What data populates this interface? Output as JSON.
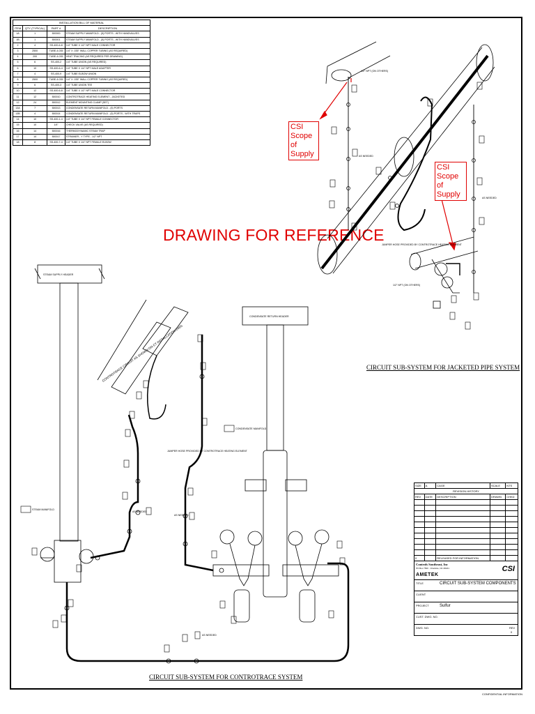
{
  "bom": {
    "title": "INSTALLATION BILL OF MATERIAL",
    "headers": [
      "ITEM",
      "QTY (TYPICAL)",
      "PART #",
      "DESCRIPTION"
    ],
    "rows": [
      [
        "1A",
        "1",
        "500000",
        "STEAM SUPPLY MANIFOLD - (5) PORTS - WITH HANDVALVES"
      ],
      [
        "1B",
        "1",
        "500001",
        "STEAM SUPPLY MANIFOLD - (5) PORTS - WITH HANDVALVES"
      ],
      [
        "2",
        "4",
        "SS-400-6-8",
        "1/4\" TUBE X 1/2\" NPT MALE CONNECTOR"
      ],
      [
        "3",
        "2500",
        "TUBE-4-035",
        "1/4\" X .035\" WALL COPPER TUBING (AS REQUIRED)"
      ],
      [
        "4",
        "200",
        "TUBE-4-035",
        "HEAT TRACING (AS REQUIRED PER DRAWING)"
      ],
      [
        "5",
        "6",
        "SS-400-2",
        "1/4\" TUBE UNION (AS REQUIRED)"
      ],
      [
        "6",
        "10",
        "SS-400-6-4",
        "1/4\" TUBE X 1/4\" NPT MALE ADAPTER"
      ],
      [
        "7",
        "4",
        "SS-400-9",
        "1/4\" TUBE ELBOW UNION"
      ],
      [
        "8",
        "2500",
        "TUBE-4-035",
        "1/4\" X .035\" WALL COPPER TUBING (AS REQUIRED)"
      ],
      [
        "9",
        "6",
        "SS-400-3",
        "1/4\" TUBE UNION TEE"
      ],
      [
        "10",
        "12",
        "SS-400-6-8",
        "1/4\" TUBE X 1/2\" NPT MALE CONNECTOR"
      ],
      [
        "11",
        "12",
        "500010",
        "CONTROTRACE HEATING ELEMENT - JACKETED"
      ],
      [
        "12",
        "24",
        "500012",
        "ELEMENT MOUNTING CLAMP (SET)"
      ],
      [
        "13A",
        "7",
        "500013",
        "CONDENSATE RETURN MANIFOLD - (5) PORTS"
      ],
      [
        "13B",
        "4",
        "500014",
        "CONDENSATE RETURN MANIFOLD - (5) PORTS - WITH TRAPS"
      ],
      [
        "14",
        "10",
        "SS-400-1-4",
        "1/4\" TUBE X 1/4\" NPT FEMALE CONNECTOR"
      ],
      [
        "15",
        "10",
        "1/4\"",
        "CHECK VALVE (AS REQUIRED)"
      ],
      [
        "16",
        "14",
        "500016",
        "THERMODYNAMIC STEAM TRAP"
      ],
      [
        "17",
        "14",
        "500017",
        "STRAINER - Y TYPE - 1/2\" NPT"
      ],
      [
        "18",
        "8",
        "SS-400-7-4",
        "1/4\" TUBE X 1/4\" NPT FEMALE ELBOW"
      ]
    ]
  },
  "reference_title": "DRAWING FOR REFERENCE",
  "csi_label_1": "CSI Scope of Supply",
  "csi_label_2": "CSI Scope of Supply",
  "captions": {
    "jacketed": "CIRCUIT SUB-SYSTEM FOR JACKETED PIPE SYSTEM",
    "controtrace": "CIRCUIT SUB-SYSTEM FOR CONTROTRACE SYSTEM"
  },
  "labels": {
    "steam_supply_header": "STEAM SUPPLY HEADER",
    "condensate_return_header": "CONDENSATE RETURN HEADER",
    "steam_manifold": "STEAM MANIFOLD",
    "condensate_manifold": "CONDENSATE MANIFOLD",
    "controtrace_circuit": "CONTROTRACE CIRCUIT AS SHOWN ON CT INSTALLATION DWG",
    "as_needed": "AS NEEDED",
    "jumper_hose": "JUMPER HOSE PROVIDED BY CONTROTRACE HEATING ELEMENT",
    "half_inch_npt_1": "1/2\" NPT (ON OTHERS)",
    "half_inch_npt_2": "1/2\" NPT (ON OTHERS)"
  },
  "title_block": {
    "row1": [
      "SIZE",
      "A",
      "CAGE",
      "SCALE",
      "NTS"
    ],
    "revision_history": "REVISION HISTORY",
    "rev_headers": [
      "REV",
      "DATE",
      "DESCRIPTION",
      "DRAWN",
      "CHKD"
    ],
    "rev_row": [
      "0",
      "",
      "RELEASED FOR INFORMATION",
      "",
      ""
    ],
    "company": "Controls Southeast, Inc",
    "company_sub": "PO Box 7500 · Charlotte, NC 28241",
    "ametek": "AMETEK",
    "esp": "CSI",
    "title_key": "TITLE",
    "title_value": "CIRCUIT SUB-SYSTEM COMPONENTS",
    "client_key": "CLIENT",
    "project_key": "PROJECT",
    "project_value": "Sulfur",
    "cust_key": "CUST. DWG. NO.",
    "dwg_key": "DWG. NO.",
    "rev_key": "REV",
    "rev_value": "0"
  },
  "footer": "CONFIDENTIAL INFORMATION"
}
